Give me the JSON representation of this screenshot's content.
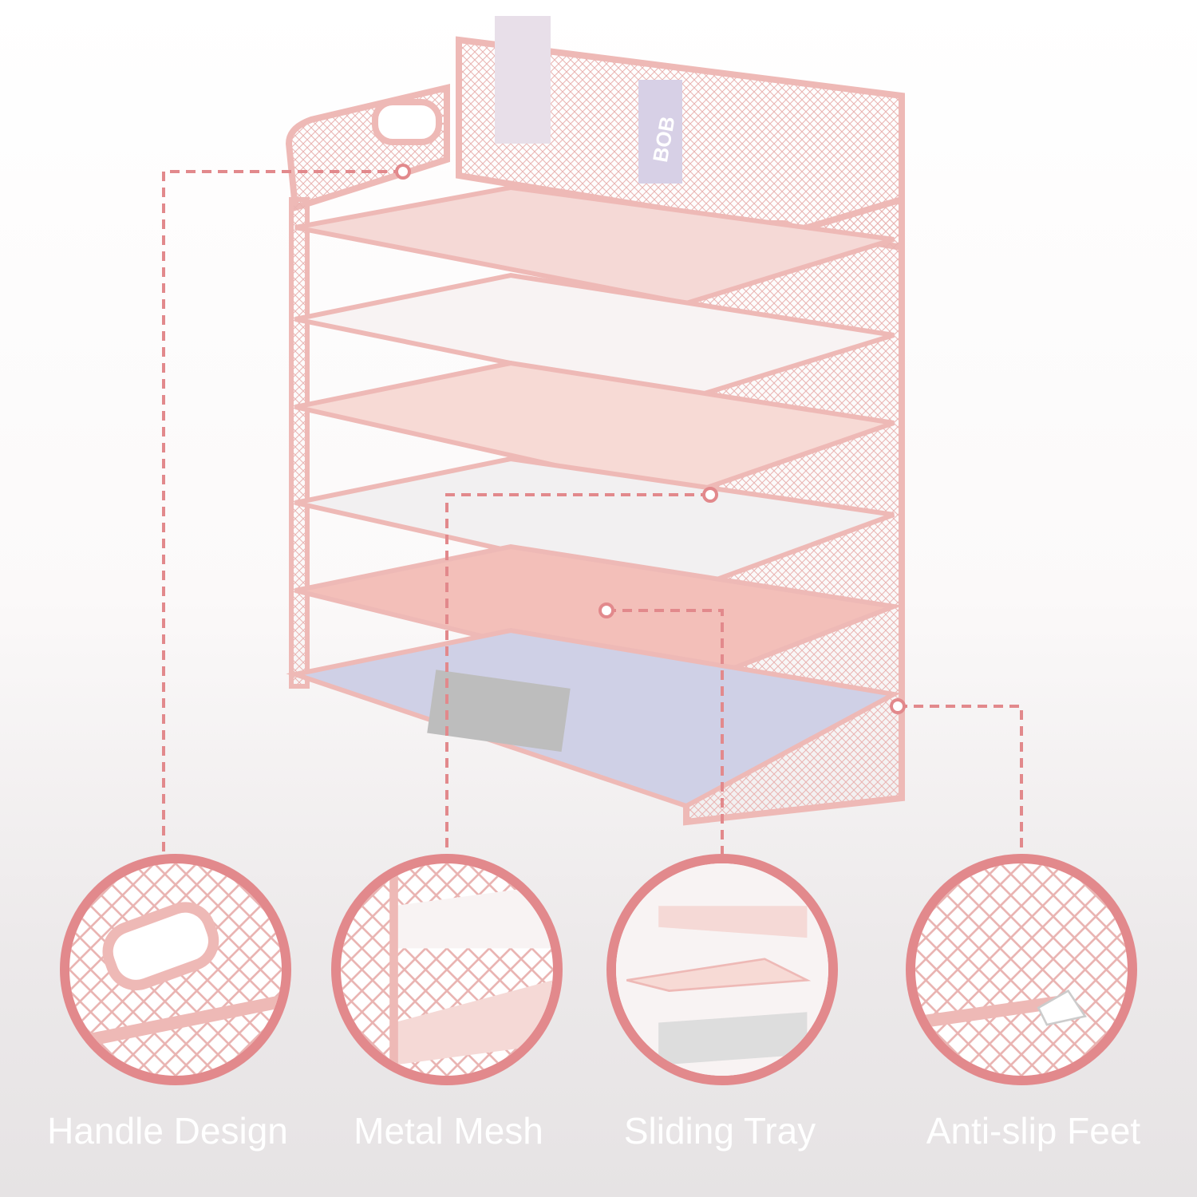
{
  "colors": {
    "accent": "#e2898c",
    "frame": "#eeb9b6",
    "paper": "#f7d8d4"
  },
  "product": {
    "notebook_label": "BOB"
  },
  "features": [
    {
      "label": "Handle Design",
      "icon": "handle-detail"
    },
    {
      "label": "Metal Mesh",
      "icon": "mesh-detail"
    },
    {
      "label": "Sliding Tray",
      "icon": "sliding-tray-detail"
    },
    {
      "label": "Anti-slip Feet",
      "icon": "anti-slip-feet-detail"
    }
  ]
}
